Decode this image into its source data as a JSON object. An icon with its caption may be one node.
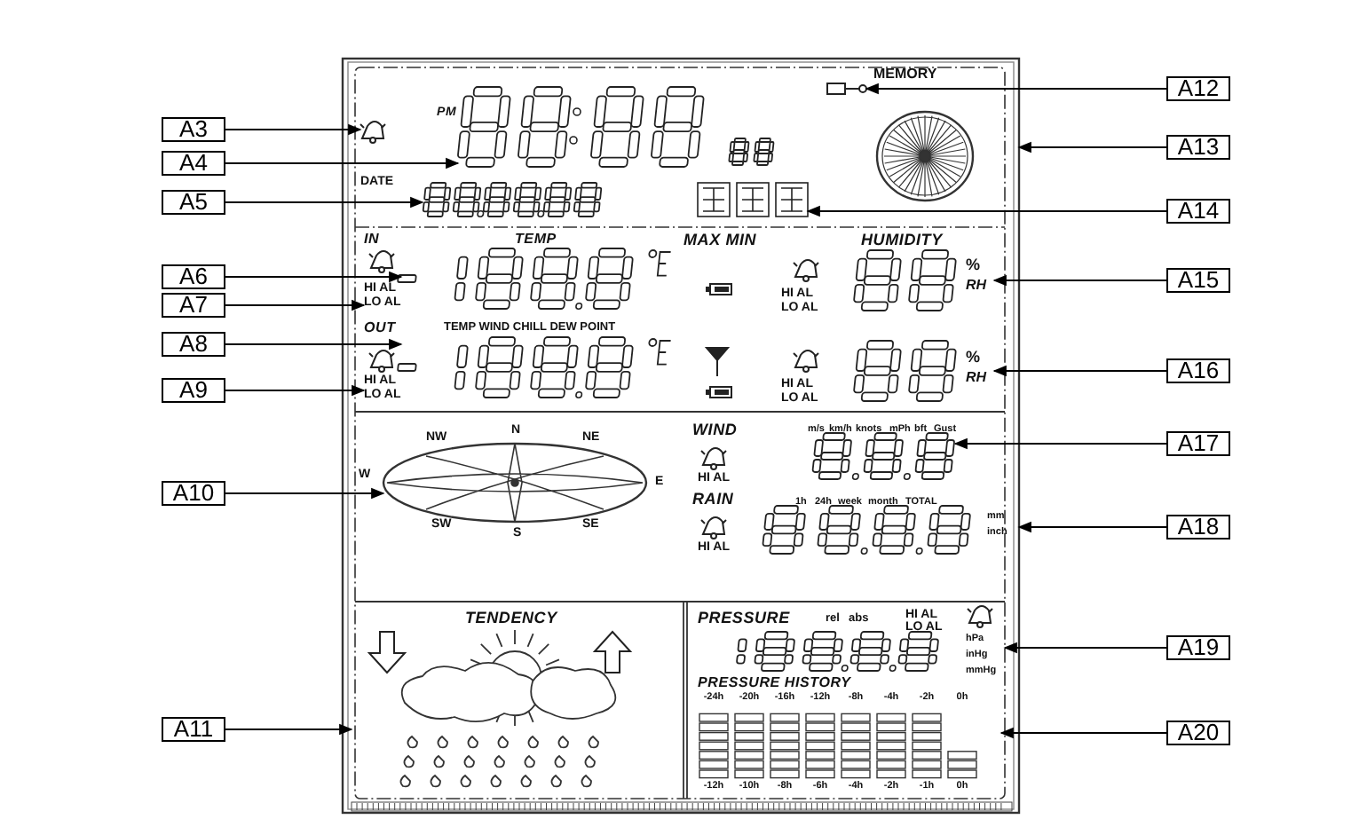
{
  "diagram": {
    "nodes": [
      {
        "text": [
          "A3"
        ]
      },
      {
        "text": [
          "A4"
        ]
      },
      {
        "text": [
          "A5"
        ]
      },
      {
        "text": [
          "A6"
        ]
      },
      {
        "text": [
          "A7"
        ]
      },
      {
        "text": [
          "A8"
        ]
      },
      {
        "text": [
          "A9"
        ]
      },
      {
        "text": [
          "A10"
        ]
      },
      {
        "text": [
          "A11"
        ]
      },
      {
        "text": [
          "A12"
        ]
      },
      {
        "text": [
          "A13"
        ]
      },
      {
        "text": [
          "A14"
        ]
      },
      {
        "text": [
          "A15"
        ]
      },
      {
        "text": [
          "A16"
        ]
      },
      {
        "text": [
          "A17"
        ]
      },
      {
        "text": [
          "A18"
        ]
      },
      {
        "text": [
          "A19"
        ]
      },
      {
        "text": [
          "A20"
        ]
      },
      {
        "text": [],
        "shape": "picture"
      },
      {
        "text": [],
        "shape": "picture"
      },
      {
        "text": [],
        "shape": "picture"
      },
      {
        "text": [
          "HI AL LO AL"
        ]
      },
      {
        "text": [],
        "shape": "picture"
      },
      {
        "text": [
          "HI AL LO AL"
        ]
      },
      {
        "text": [],
        "shape": "picture"
      },
      {
        "text": [],
        "shape": "picture"
      },
      {
        "text": [],
        "shape": "picture"
      },
      {
        "text": [
          "%",
          "RH"
        ]
      },
      {
        "text": [
          "%",
          "RH"
        ]
      },
      {
        "text": [],
        "shape": "picture"
      },
      {
        "text": [
          "mm",
          "inch"
        ]
      },
      {
        "text": [
          "hPa",
          "inHg",
          "mmHg"
        ]
      },
      {
        "text": [],
        "shape": "picture"
      },
      {
        "text": [],
        "shape": "picture"
      }
    ],
    "edges": [
      {
        "from": 0,
        "to": 18,
        "arrow": "to"
      },
      {
        "from": 1,
        "to": 19,
        "arrow": "to"
      },
      {
        "from": 2,
        "to": 32,
        "arrow": "to"
      },
      {
        "from": 3,
        "to": 20,
        "arrow": "to"
      },
      {
        "from": 4,
        "to": 21,
        "arrow": "to"
      },
      {
        "from": 5,
        "to": 22,
        "arrow": "to"
      },
      {
        "from": 6,
        "to": 23,
        "arrow": "to"
      },
      {
        "from": 7,
        "to": 24,
        "arrow": "to"
      },
      {
        "from": 8,
        "to": null,
        "arrow": "to"
      },
      {
        "from": 9,
        "to": 25,
        "arrow": "to"
      },
      {
        "from": 10,
        "to": null,
        "arrow": "to"
      },
      {
        "from": 11,
        "to": 26,
        "arrow": "to"
      },
      {
        "from": 12,
        "to": 27,
        "arrow": "to"
      },
      {
        "from": 13,
        "to": 28,
        "arrow": "to"
      },
      {
        "from": 14,
        "to": 29,
        "arrow": "to"
      },
      {
        "from": 15,
        "to": 30,
        "arrow": "to"
      },
      {
        "from": 16,
        "to": 31,
        "arrow": "to"
      },
      {
        "from": 17,
        "to": 33,
        "arrow": "to"
      }
    ],
    "labels": [
      "MEMORY",
      "PM",
      "DATE",
      "IN",
      "TEMP",
      "MAX MIN",
      "HUMIDITY",
      "HI AL",
      "LO AL",
      "OUT",
      "TEMP WIND CHILL DEW POINT",
      "HI AL",
      "LO AL",
      "NW",
      "N",
      "NE",
      "W",
      "E",
      "SW",
      "S",
      "SE",
      "WIND",
      "m/s",
      "km/h",
      "knots",
      "mPh",
      "bft",
      "Gust",
      "HI AL",
      "RAIN",
      "1h",
      "24h",
      "week",
      "month",
      "TOTAL",
      "HI AL",
      "TENDENCY",
      "PRESSURE",
      "rel",
      "abs",
      "HI AL",
      "LO AL",
      "PRESSURE HISTORY",
      "-24h",
      "-20h",
      "-16h",
      "-12h",
      "-8h",
      "-4h",
      "-2h",
      "0h",
      "-12h",
      "-10h",
      "-8h",
      "-6h",
      "-4h",
      "-2h",
      "-1h",
      "0h"
    ]
  }
}
